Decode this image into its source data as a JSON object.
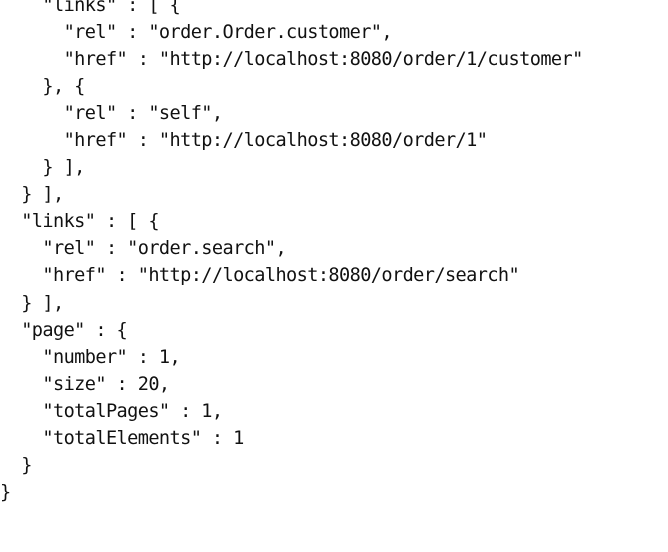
{
  "code": {
    "lines": [
      "    \"links\" : [ {",
      "      \"rel\" : \"order.Order.customer\",",
      "      \"href\" : \"http://localhost:8080/order/1/customer\"",
      "    }, {",
      "      \"rel\" : \"self\",",
      "      \"href\" : \"http://localhost:8080/order/1\"",
      "    } ],",
      "  } ],",
      "  \"links\" : [ {",
      "    \"rel\" : \"order.search\",",
      "    \"href\" : \"http://localhost:8080/order/search\"",
      "  } ],",
      "  \"page\" : {",
      "    \"number\" : 1,",
      "    \"size\" : 20,",
      "    \"totalPages\" : 1,",
      "    \"totalElements\" : 1",
      "  }",
      "}"
    ]
  }
}
